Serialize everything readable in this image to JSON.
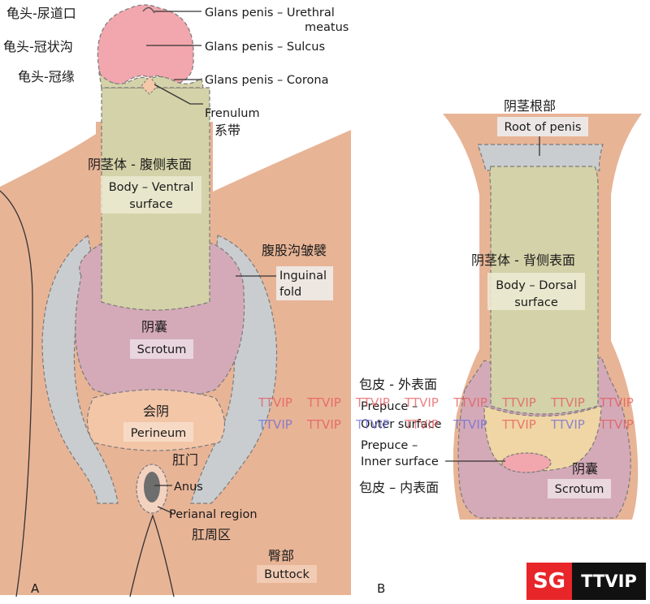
{
  "labels": {
    "urethral_meatus_cn": "龟头-尿道口",
    "urethral_meatus_en_1": "Glans penis – Urethral",
    "urethral_meatus_en_2": "meatus",
    "sulcus_cn": "龟头-冠状沟",
    "sulcus_en": "Glans penis – Sulcus",
    "corona_cn": "龟头-冠缘",
    "corona_en": "Glans penis – Corona",
    "frenulum_en": "Frenulum",
    "frenulum_cn": "系带",
    "body_ventral_cn": "阴茎体 - 腹侧表面",
    "body_ventral_en_1": "Body – Ventral",
    "body_ventral_en_2": "surface",
    "inguinal_cn": "腹股沟皱襞",
    "inguinal_en_1": "Inguinal",
    "inguinal_en_2": "fold",
    "scrotum_a_cn": "阴囊",
    "scrotum_a_en": "Scrotum",
    "perineum_cn": "会阴",
    "perineum_en": "Perineum",
    "anus_cn": "肛门",
    "anus_en": "Anus",
    "perianal_en": "Perianal region",
    "perianal_cn": "肛周区",
    "buttock_cn": "臀部",
    "buttock_en": "Buttock",
    "plate_a": "A",
    "plate_b": "B",
    "root_cn": "阴茎根部",
    "root_en": "Root of penis",
    "body_dorsal_cn": "阴茎体 - 背侧表面",
    "body_dorsal_en_1": "Body – Dorsal",
    "body_dorsal_en_2": "surface",
    "prepuce_outer_cn": "包皮 - 外表面",
    "prepuce_outer_en_1": "Prepuce –",
    "prepuce_outer_en_2": "Outer surface",
    "prepuce_inner_en_1": "Prepuce –",
    "prepuce_inner_en_2": "Inner surface",
    "prepuce_inner_cn": "包皮 – 内表面",
    "scrotum_b_cn": "阴囊",
    "scrotum_b_en": "Scrotum"
  },
  "watermark": {
    "row": [
      "TTVIP",
      "TTVIP",
      "TTVIP",
      "TTVIP",
      "TTVIP",
      "TTVIP",
      "TTVIP",
      "TTVIP"
    ],
    "badge_left": "SG",
    "badge_right": "TTVIP"
  },
  "colors": {
    "skin": "#e6b092",
    "glans": "#f2a6ad",
    "shaft": "#d4d2a8",
    "scrotum": "#d2aab8",
    "fold": "#c9cdd0",
    "perineum": "#f2c3a4",
    "anus": "#6e6e6e"
  }
}
